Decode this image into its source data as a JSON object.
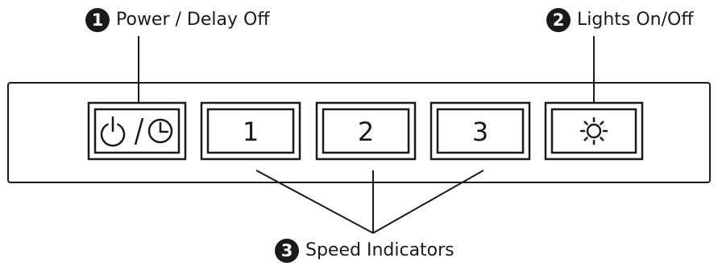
{
  "callouts": [
    {
      "number": "1",
      "label": "Power / Delay Off"
    },
    {
      "number": "2",
      "label": "Lights On/Off"
    },
    {
      "number": "3",
      "label": "Speed Indicators"
    }
  ],
  "buttons": [
    {
      "id": "power-delay",
      "icon": "power-icon / clock-icon",
      "label": ""
    },
    {
      "id": "speed-1",
      "icon": "",
      "label": "1"
    },
    {
      "id": "speed-2",
      "icon": "",
      "label": "2"
    },
    {
      "id": "speed-3",
      "icon": "",
      "label": "3"
    },
    {
      "id": "light",
      "icon": "sun-icon",
      "label": ""
    }
  ],
  "colors": {
    "ink": "#1a1a1a",
    "background": "#ffffff"
  }
}
